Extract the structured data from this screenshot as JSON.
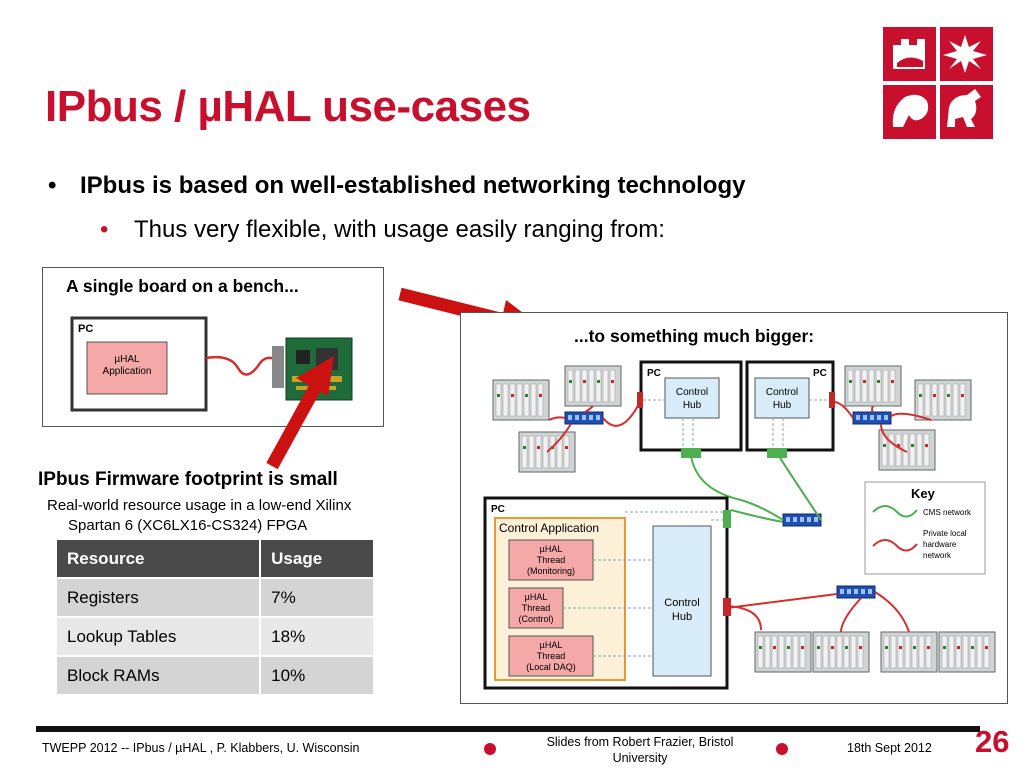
{
  "slide": {
    "title": "IPbus / µHAL use-cases",
    "bullet_main": "IPbus is based on well-established networking technology",
    "bullet_sub": "Thus very flexible, with usage easily ranging from:",
    "bullet_char": "•"
  },
  "left_diagram": {
    "caption": "A single board on a bench...",
    "pc_label": "PC",
    "app_line1": "µHAL",
    "app_line2": "Application"
  },
  "right_diagram": {
    "caption": "...to something much bigger:",
    "pc_label": "PC",
    "control_hub_line1": "Control",
    "control_hub_line2": "Hub",
    "control_application": "Control Application",
    "threads": [
      {
        "l1": "µHAL",
        "l2": "Thread",
        "l3": "(Monitoring)"
      },
      {
        "l1": "µHAL",
        "l2": "Thread",
        "l3": "(Control)"
      },
      {
        "l1": "µHAL",
        "l2": "Thread",
        "l3": "(Local DAQ)"
      }
    ],
    "key_title": "Key",
    "key_cms": "CMS network",
    "key_private_1": "Private local",
    "key_private_2": "hardware",
    "key_private_3": "network"
  },
  "firmware": {
    "title": "IPbus Firmware footprint is small",
    "desc_line1": "Real-world resource usage in a low-end Xilinx",
    "desc_line2": "Spartan 6 (XC6LX16-CS324) FPGA",
    "headers": [
      "Resource",
      "Usage"
    ],
    "rows": [
      [
        "Registers",
        "7%"
      ],
      [
        "Lookup Tables",
        "18%"
      ],
      [
        "Block RAMs",
        "10%"
      ]
    ]
  },
  "footer": {
    "left": "TWEPP 2012 -- IPbus / µHAL , P. Klabbers,  U. Wisconsin",
    "middle_line1": "Slides from Robert Frazier, Bristol",
    "middle_line2": "University",
    "date": "18th Sept 2012",
    "page": "26"
  },
  "colors": {
    "accent": "#c8102e",
    "table_header": "#4a4a4a",
    "cms_network": "#4caf50",
    "private_network": "#d32f2f"
  }
}
